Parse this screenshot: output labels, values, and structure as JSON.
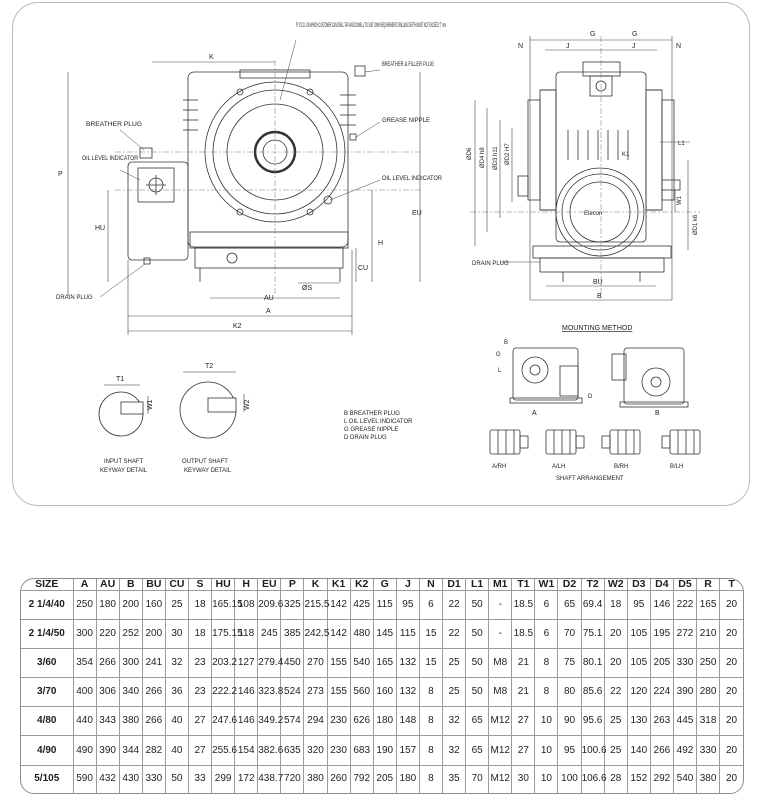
{
  "drawing": {
    "notes": {
      "pcd": "'R' P.C.D. ON WHICH CUSTOMER CAN DRILL TAP AND DOWELL TO SUIT OWN REQUIREMENT DRILLING DEPTH MUST NOT EXCEED 'T' mm",
      "breather_filler": "BREATHER & FILLER PLUG",
      "breather_plug": "BREATHER PLUG",
      "grease_nipple": "GREASE NIPPLE",
      "oil_level_left": "OIL LEVEL INDICATOR",
      "oil_level_right": "OIL LEVEL INDICATOR",
      "drain_plug_left": "DRAIN PLUG",
      "drain_plug_right": "DRAIN PLUG"
    },
    "dims": {
      "K": "K",
      "P": "P",
      "HU": "HU",
      "EU": "EU",
      "H": "H",
      "CU": "CU",
      "S": "ØS",
      "AU": "AU",
      "A": "A",
      "K2": "K2",
      "G": "G",
      "J": "J",
      "N": "N",
      "D6": "ØD6",
      "D4": "ØD4 h8",
      "D3": "ØD3 h11",
      "D2": "ØD2 H7",
      "K1": "K1",
      "L1": "L1",
      "W1": "W1",
      "D1": "ØD1 k6",
      "BU": "BU",
      "B": "B",
      "T1": "T1",
      "T2": "T2",
      "W2": "W2"
    },
    "brand": "Elecon",
    "keyway": {
      "input_line1": "INPUT SHAFT",
      "input_line2": "KEYWAY DETAIL",
      "output_line1": "OUTPUT SHAFT",
      "output_line2": "KEYWAY DETAIL"
    },
    "legend": [
      "B BREATHER PLUG",
      "L OIL LEVEL INDICATOR",
      "G GREASE NIPPLE",
      "D DRAIN PLUG"
    ],
    "mounting": {
      "title": "MOUNTING METHOD",
      "letters": [
        "B",
        "G",
        "L",
        "D"
      ],
      "label_a": "A",
      "label_b": "B"
    },
    "shaft_arrangement": {
      "title": "SHAFT ARRANGEMENT",
      "items": [
        "A/RH",
        "A/LH",
        "B/RH",
        "B/LH"
      ]
    }
  },
  "table": {
    "headers": [
      "SIZE",
      "A",
      "AU",
      "B",
      "BU",
      "CU",
      "S",
      "HU",
      "H",
      "EU",
      "P",
      "K",
      "K1",
      "K2",
      "G",
      "J",
      "N",
      "D1",
      "L1",
      "M1",
      "T1",
      "W1",
      "D2",
      "T2",
      "W2",
      "D3",
      "D4",
      "D5",
      "R",
      "T"
    ],
    "rows": [
      [
        "2 1/4/40",
        "250",
        "180",
        "200",
        "160",
        "25",
        "18",
        "165.15",
        "108",
        "209.6",
        "325",
        "215.5",
        "142",
        "425",
        "115",
        "95",
        "6",
        "22",
        "50",
        "-",
        "18.5",
        "6",
        "65",
        "69.4",
        "18",
        "95",
        "146",
        "222",
        "165",
        "20"
      ],
      [
        "2 1/4/50",
        "300",
        "220",
        "252",
        "200",
        "30",
        "18",
        "175.15",
        "118",
        "245",
        "385",
        "242.5",
        "142",
        "480",
        "145",
        "115",
        "15",
        "22",
        "50",
        "-",
        "18.5",
        "6",
        "70",
        "75.1",
        "20",
        "105",
        "195",
        "272",
        "210",
        "20"
      ],
      [
        "3/60",
        "354",
        "266",
        "300",
        "241",
        "32",
        "23",
        "203.2",
        "127",
        "279.4",
        "450",
        "270",
        "155",
        "540",
        "165",
        "132",
        "15",
        "25",
        "50",
        "M8",
        "21",
        "8",
        "75",
        "80.1",
        "20",
        "105",
        "205",
        "330",
        "250",
        "20"
      ],
      [
        "3/70",
        "400",
        "306",
        "340",
        "266",
        "36",
        "23",
        "222.2",
        "146",
        "323.8",
        "524",
        "273",
        "155",
        "560",
        "160",
        "132",
        "8",
        "25",
        "50",
        "M8",
        "21",
        "8",
        "80",
        "85.6",
        "22",
        "120",
        "224",
        "390",
        "280",
        "20"
      ],
      [
        "4/80",
        "440",
        "343",
        "380",
        "266",
        "40",
        "27",
        "247.6",
        "146",
        "349.2",
        "574",
        "294",
        "230",
        "626",
        "180",
        "148",
        "8",
        "32",
        "65",
        "M12",
        "27",
        "10",
        "90",
        "95.6",
        "25",
        "130",
        "263",
        "445",
        "318",
        "20"
      ],
      [
        "4/90",
        "490",
        "390",
        "344",
        "282",
        "40",
        "27",
        "255.6",
        "154",
        "382.6",
        "635",
        "320",
        "230",
        "683",
        "190",
        "157",
        "8",
        "32",
        "65",
        "M12",
        "27",
        "10",
        "95",
        "100.6",
        "25",
        "140",
        "266",
        "492",
        "330",
        "20"
      ],
      [
        "5/105",
        "590",
        "432",
        "430",
        "330",
        "50",
        "33",
        "299",
        "172",
        "438.7",
        "720",
        "380",
        "260",
        "792",
        "205",
        "180",
        "8",
        "35",
        "70",
        "M12",
        "30",
        "10",
        "100",
        "106.6",
        "28",
        "152",
        "292",
        "540",
        "380",
        "20"
      ]
    ]
  }
}
